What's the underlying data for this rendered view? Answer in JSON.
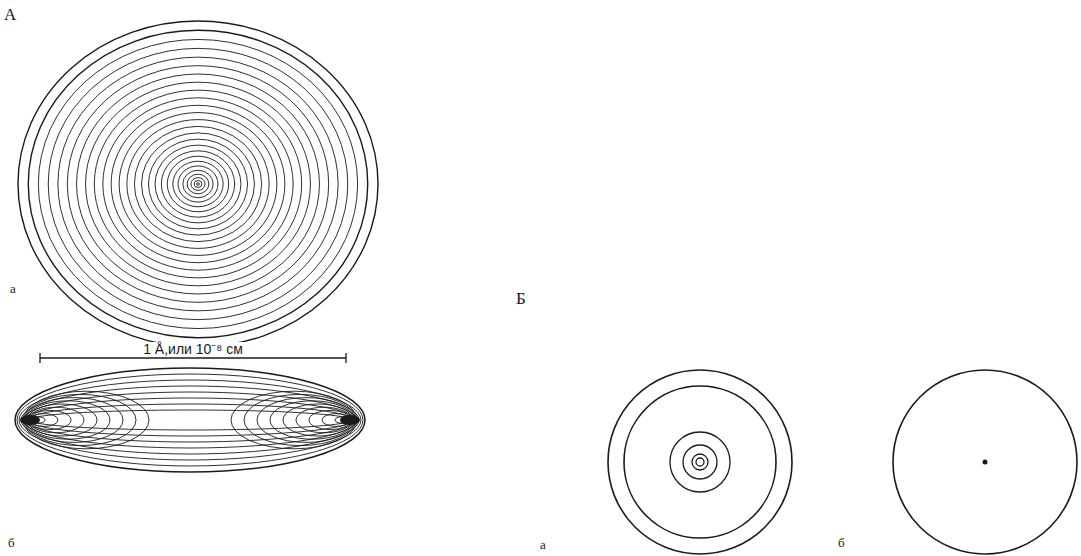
{
  "diagram": {
    "labels": [
      "А",
      "а",
      "1 Å,или 10⁻⁸ см",
      "б",
      "Б",
      "а",
      "б"
    ]
  }
}
